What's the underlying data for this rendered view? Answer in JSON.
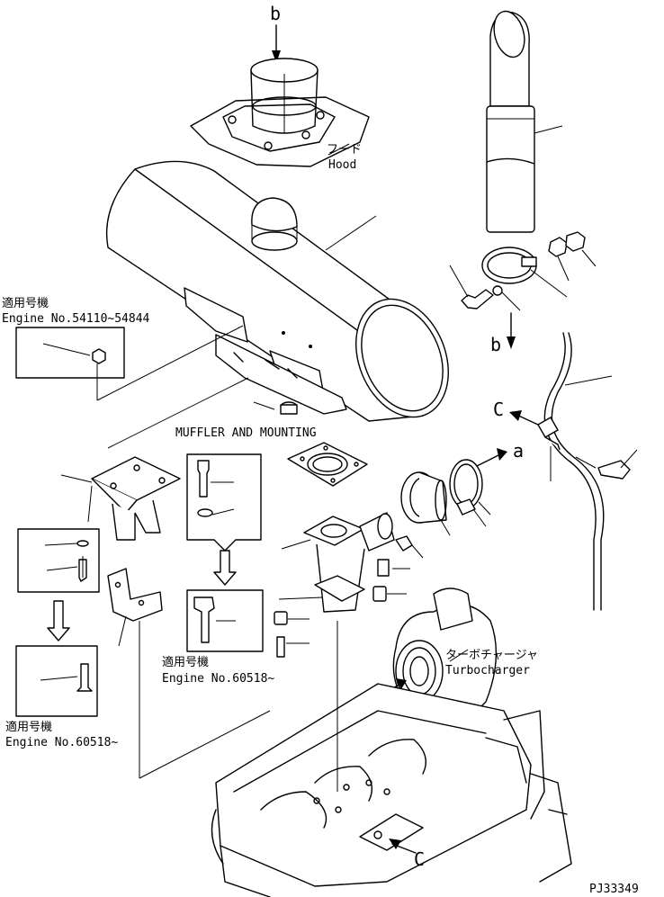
{
  "labels": {
    "arrow_b_top": "b",
    "arrow_b_mid": "b",
    "arrow_a_right": "a",
    "arrow_a_turbo": "a",
    "arrow_c_right": "C",
    "arrow_c_bottom": "C",
    "hood_jp": "フード",
    "hood_en": "Hood",
    "muffler_title": "MUFFLER AND MOUNTING",
    "turbo_jp": "ターボチャージャ",
    "turbo_en": "Turbocharger",
    "applicable_jp_1": "適用号機",
    "engine_range_1": "Engine No.54110~54844",
    "applicable_jp_2": "適用号機",
    "engine_range_2": "Engine No.60518~",
    "applicable_jp_3": "適用号機",
    "engine_range_3": "Engine No.60518~",
    "drawing_number": "PJ33349"
  }
}
